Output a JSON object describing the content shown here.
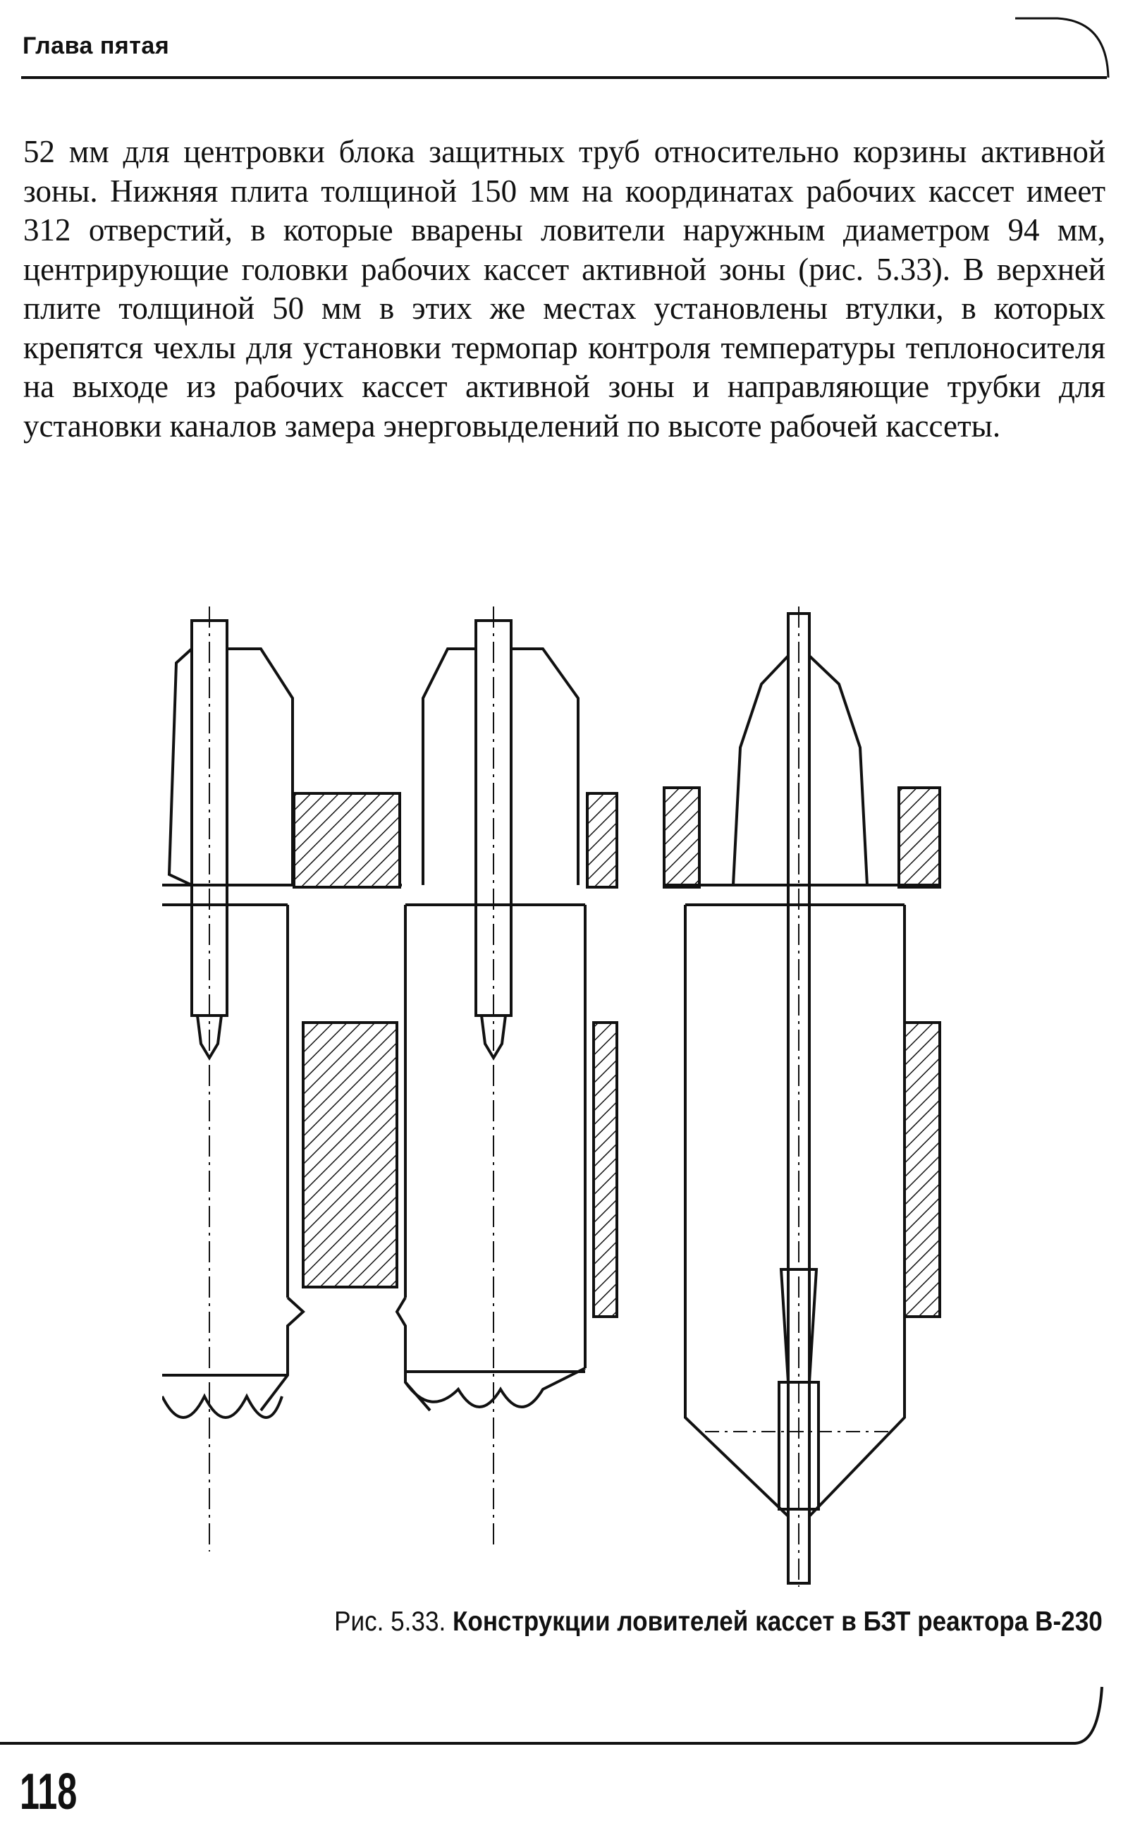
{
  "header": {
    "running_title": "Глава пятая"
  },
  "body": {
    "paragraph": "52 мм для центровки блока защитных труб относительно корзины активной зоны. Нижняя плита толщиной 150 мм на координатах рабочих кассет имеет 312 отверстий, в которые вварены ловители наружным диаметром 94 мм, центрирующие головки рабочих кассет активной зоны (рис. 5.33). В верхней плите толщиной 50 мм в этих же местах установлены втулки, в которых крепятся чехлы для установки термопар контроля температуры теплоносителя на выходе из рабочих кассет активной зоны и направляющие трубки для установки каналов замера энерговыделений по высоте рабочей кассеты."
  },
  "figure": {
    "label": "Рис. 5.33.",
    "title": "Конструкции ловителей кассет в БЗТ реактора В-230"
  },
  "footer": {
    "page_number": "118"
  }
}
